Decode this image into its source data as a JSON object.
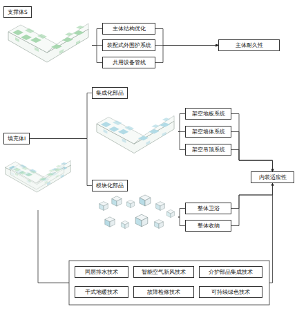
{
  "diagram": {
    "nodes": [
      {
        "text": [
          "支撑体S"
        ]
      },
      {
        "text": [
          "主体结构优化"
        ]
      },
      {
        "text": [
          "装配式外围护系统"
        ]
      },
      {
        "text": [
          "共用设备管线"
        ]
      },
      {
        "text": [
          "主体耐久性"
        ]
      },
      {
        "text": [
          "集成化部品"
        ]
      },
      {
        "text": [
          "填充体I"
        ]
      },
      {
        "text": [
          "架空地板系统"
        ]
      },
      {
        "text": [
          "架空墙体系统"
        ]
      },
      {
        "text": [
          "架空吊顶系统"
        ]
      },
      {
        "text": [
          "内装适应性"
        ]
      },
      {
        "text": [
          "模块化部品"
        ]
      },
      {
        "text": [
          "整体卫浴"
        ]
      },
      {
        "text": [
          "整体收纳"
        ]
      },
      {
        "text": [
          "同层排水技术"
        ]
      },
      {
        "text": [
          "智能空气新风技术"
        ]
      },
      {
        "text": [
          "介护部品集成技术"
        ]
      },
      {
        "text": [
          "干式地暖技术"
        ]
      },
      {
        "text": [
          "故障检修技术"
        ]
      },
      {
        "text": [
          "可持续绿色技术"
        ]
      }
    ],
    "edges": [
      {
        "from": 0,
        "to": 1,
        "arrow": "none"
      },
      {
        "from": 0,
        "to": 2,
        "arrow": "none"
      },
      {
        "from": 0,
        "to": 3,
        "arrow": "none"
      },
      {
        "from": 1,
        "to": 4,
        "arrow": "to"
      },
      {
        "from": 2,
        "to": 4,
        "arrow": "to"
      },
      {
        "from": 3,
        "to": 4,
        "arrow": "to"
      },
      {
        "from": 6,
        "to": 5,
        "arrow": "none"
      },
      {
        "from": 6,
        "to": 11,
        "arrow": "none"
      },
      {
        "from": 5,
        "to": 7,
        "arrow": "none"
      },
      {
        "from": 5,
        "to": 8,
        "arrow": "none"
      },
      {
        "from": 5,
        "to": 9,
        "arrow": "none"
      },
      {
        "from": 7,
        "to": 10,
        "arrow": "to"
      },
      {
        "from": 8,
        "to": 10,
        "arrow": "to"
      },
      {
        "from": 9,
        "to": 10,
        "arrow": "to"
      },
      {
        "from": 11,
        "to": 12,
        "arrow": "none"
      },
      {
        "from": 11,
        "to": 13,
        "arrow": "none"
      },
      {
        "from": 12,
        "to": 10,
        "arrow": "to"
      },
      {
        "from": 13,
        "to": 10,
        "arrow": "to"
      }
    ]
  }
}
